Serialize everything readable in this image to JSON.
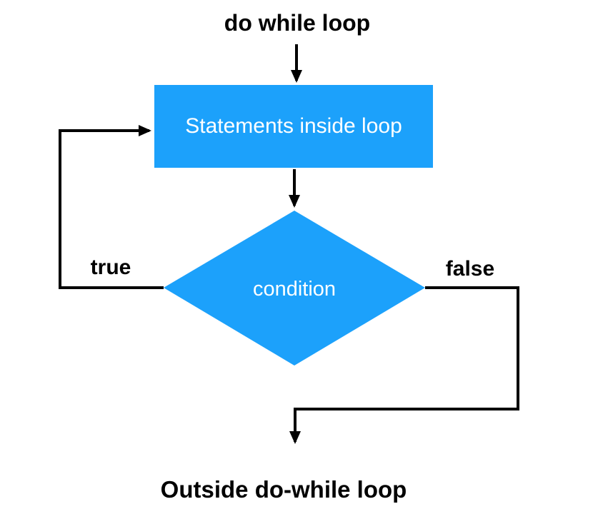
{
  "diagram": {
    "title": "do while loop",
    "process_label": "Statements inside loop",
    "decision_label": "condition",
    "true_branch_label": "true",
    "false_branch_label": "false",
    "end_label": "Outside do-while loop"
  },
  "colors": {
    "shape_fill": "#1ca1fb",
    "line_color": "#000000",
    "shape_text": "#ffffff",
    "label_text": "#000000",
    "page_bg": "#ffffff"
  }
}
